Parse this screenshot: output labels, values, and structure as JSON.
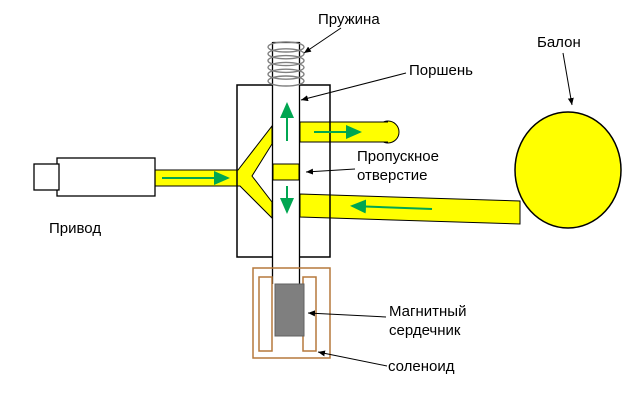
{
  "diagram": {
    "type": "valve-solenoid-schematic",
    "labels": {
      "spring": "Пружина",
      "piston": "Поршень",
      "balloon": "Балон",
      "orifice": "Пропускное\nотверстие",
      "drive": "Привод",
      "magnetic_core": "Магнитный\nсердечник",
      "solenoid": "соленоид"
    },
    "colors": {
      "fluid_yellow": "#ffff00",
      "flow_arrow_green": "#00a651",
      "core_gray": "#7f7f7f",
      "coil_brown": "#b5793c",
      "line_black": "#000000",
      "background_white": "#ffffff"
    }
  }
}
